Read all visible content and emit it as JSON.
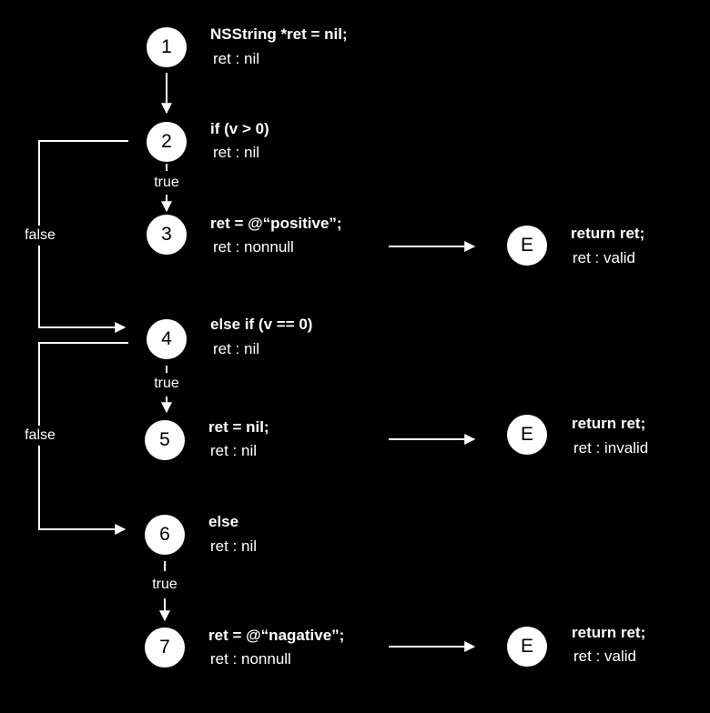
{
  "nodes": [
    {
      "id": "1",
      "code": "NSString *ret = nil;",
      "state": "ret : nil"
    },
    {
      "id": "2",
      "code": "if (v > 0)",
      "state": "ret : nil"
    },
    {
      "id": "3",
      "code": "ret = @“positive”;",
      "state": "ret : nonnull"
    },
    {
      "id": "4",
      "code": "else if (v == 0)",
      "state": "ret : nil"
    },
    {
      "id": "5",
      "code": "ret = nil;",
      "state": "ret : nil"
    },
    {
      "id": "6",
      "code": "else",
      "state": "ret : nil"
    },
    {
      "id": "7",
      "code": "ret = @“nagative”;",
      "state": "ret : nonnull"
    }
  ],
  "exits": [
    {
      "id": "E",
      "code": "return ret;",
      "state": "ret : valid"
    },
    {
      "id": "E",
      "code": "return ret;",
      "state": "ret : invalid"
    },
    {
      "id": "E",
      "code": "return ret;",
      "state": "ret : valid"
    }
  ],
  "edge_labels": {
    "true": "true",
    "false": "false"
  }
}
